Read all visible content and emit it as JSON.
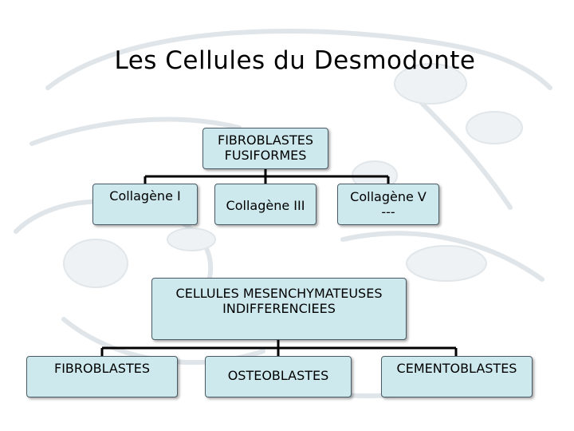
{
  "title": "Les Cellules du Desmodonte",
  "tree1": {
    "root": "FIBROBLASTES\nFUSIFORMES",
    "children": [
      "Collagène I",
      "Collagène III",
      "Collagène V\n---"
    ]
  },
  "tree2": {
    "root": "CELLULES MESENCHYMATEUSES\nINDIFFERENCIEES",
    "children": [
      "FIBROBLASTES",
      "OSTEOBLASTES",
      "CEMENTOBLASTES"
    ]
  },
  "colors": {
    "box_fill": "#cde9ee",
    "box_border": "#4a5a64",
    "connector": "#000000"
  }
}
